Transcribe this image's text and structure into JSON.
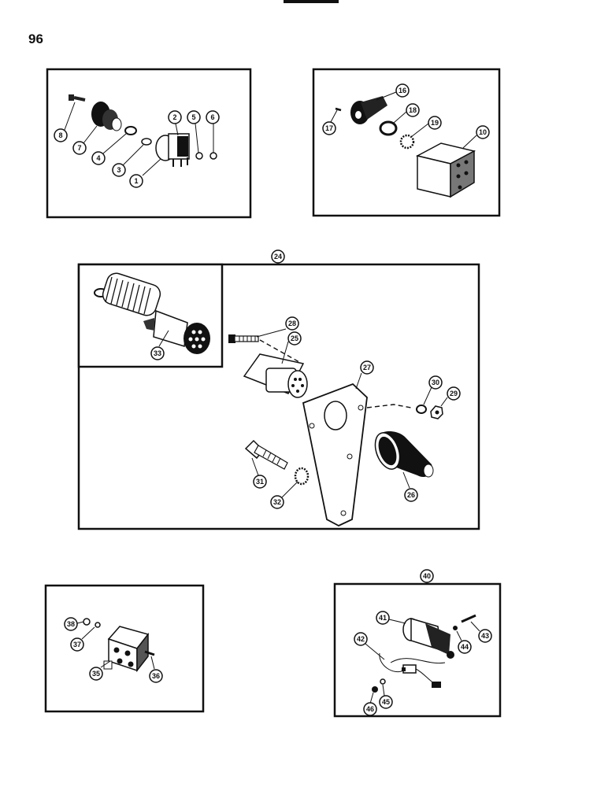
{
  "page": {
    "number": "96"
  },
  "callouts": {
    "c1": "1",
    "c2": "2",
    "c3": "3",
    "c4": "4",
    "c5": "5",
    "c6": "6",
    "c7": "7",
    "c8": "8",
    "c10": "10",
    "c16": "16",
    "c17": "17",
    "c18": "18",
    "c19": "19",
    "c24": "24",
    "c25": "25",
    "c26": "26",
    "c27": "27",
    "c28": "28",
    "c29": "29",
    "c30": "30",
    "c31": "31",
    "c32": "32",
    "c33": "33",
    "c35": "35",
    "c36": "36",
    "c37": "37",
    "c38": "38",
    "c40": "40",
    "c41": "41",
    "c42": "42",
    "c43": "43",
    "c44": "44",
    "c45": "45",
    "c46": "46"
  }
}
